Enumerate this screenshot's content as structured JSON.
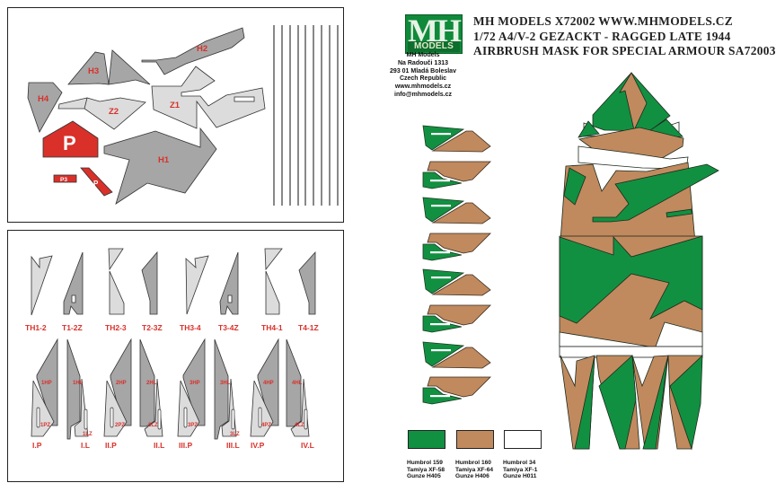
{
  "header": {
    "line1": "MH MODELS X72002  WWW.MHMODELS.CZ",
    "line2": "1/72 A4/V-2 GEZACKT - RAGGED LATE 1944",
    "line3": "AIRBRUSH MASK FOR SPECIAL ARMOUR SA72003"
  },
  "logo": {
    "top": "MH",
    "bottom": "MODELS"
  },
  "address": {
    "lines": [
      "MH Models",
      "Na Radouči 1313",
      "293 01  Mladá Boleslav",
      "Czech Republic",
      "www.mhmodels.cz",
      "info@mhmodels.cz"
    ]
  },
  "colors": {
    "green": "#129041",
    "brown": "#c08a5e",
    "white": "#ffffff",
    "mask_grey": "#a6a6a6",
    "mask_light": "#dcdcdc",
    "mask_red": "#d9302a",
    "label_red": "#d9302a"
  },
  "top_panel": {
    "labels": {
      "H1": "H1",
      "H2": "H2",
      "H3": "H3",
      "H4": "H4",
      "Z1": "Z1",
      "Z2": "Z2",
      "P_big": "P",
      "P_small": "P",
      "P3": "P3"
    },
    "line_count": 9
  },
  "bottom_panel": {
    "row1_labels": [
      "TH1-2",
      "T1-2Z",
      "TH2-3",
      "T2-3Z",
      "TH3-4",
      "T3-4Z",
      "TH4-1",
      "T4-1Z"
    ],
    "row2_labels": [
      "I.P",
      "I.L",
      "II.P",
      "II.L",
      "III.P",
      "III.L",
      "IV.P",
      "IV.L"
    ],
    "row2_upper": [
      "1HP",
      "1HL",
      "2HP",
      "2HL",
      "3HP",
      "3HL",
      "4HP",
      "4HL"
    ],
    "row2_lower": [
      "1PZ",
      "1LZ",
      "2PZ",
      "2LZ",
      "3PZ",
      "3LZ",
      "4PZ",
      "4LZ"
    ]
  },
  "paints": [
    {
      "color": "#129041",
      "lines": [
        "Humbrol 159",
        "Tamiya XF-58",
        "Gunze H405"
      ]
    },
    {
      "color": "#c08a5e",
      "lines": [
        "Humbrol 160",
        "Tamiya XF-64",
        "Gunze H406"
      ]
    },
    {
      "color": "#ffffff",
      "lines": [
        "Humbrol 34",
        "Tamiya XF-1",
        "Gunze H011"
      ]
    }
  ]
}
